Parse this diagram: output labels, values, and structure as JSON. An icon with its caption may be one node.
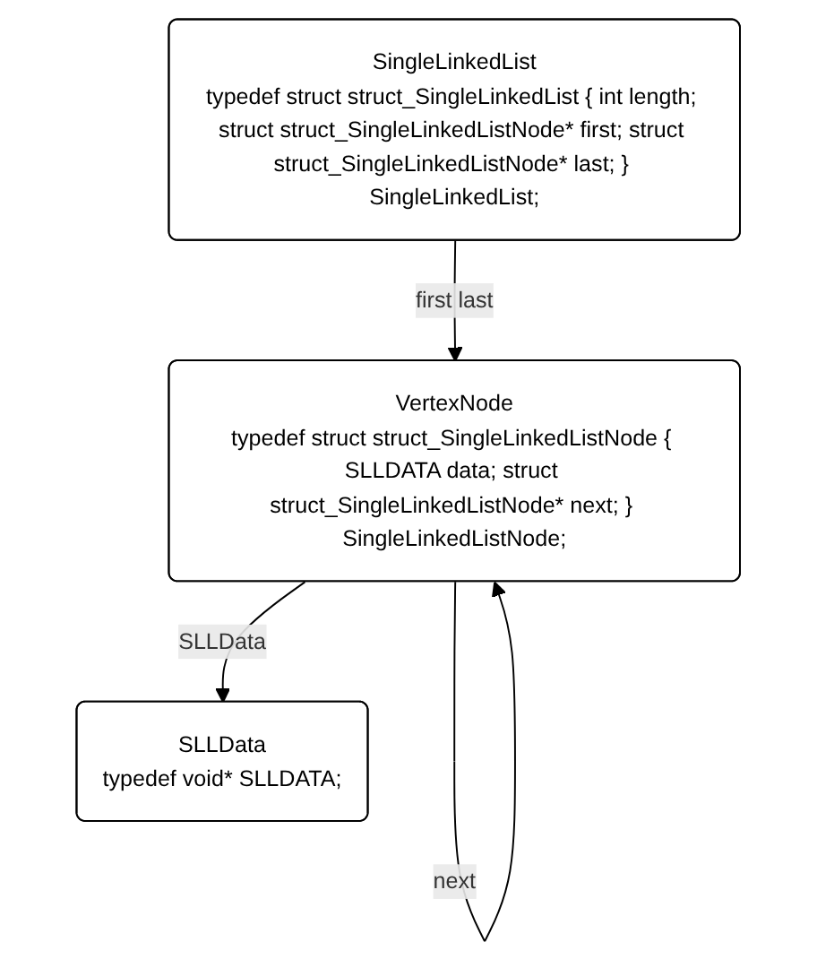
{
  "diagram": {
    "nodes": [
      {
        "text": [
          "SingleLinkedList",
          "typedef struct struct_SingleLinkedList { int length; struct struct_SingleLinkedListNode* first; struct struct_SingleLinkedListNode* last; } SingleLinkedList;"
        ]
      },
      {
        "text": [
          "VertexNode",
          "typedef struct struct_SingleLinkedListNode { SLLDATA data; struct struct_SingleLinkedListNode* next; } SingleLinkedListNode;"
        ]
      },
      {
        "text": [
          "SLLData",
          "typedef void* SLLDATA;"
        ]
      }
    ],
    "edges": [
      {
        "from": 0,
        "to": 1,
        "arrow": "to",
        "label": "first last"
      },
      {
        "from": 1,
        "to": 1,
        "arrow": "to",
        "label": "next"
      },
      {
        "from": 1,
        "to": 2,
        "arrow": "to",
        "label": "SLLData"
      }
    ]
  }
}
